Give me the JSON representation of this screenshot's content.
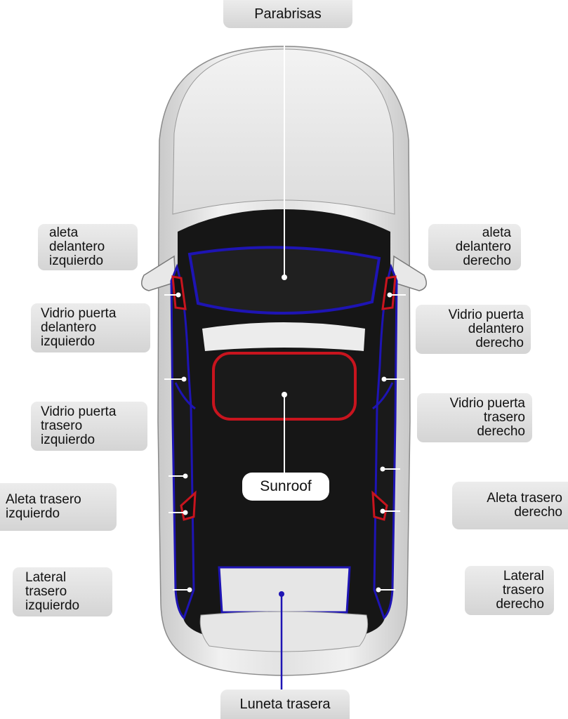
{
  "labels": {
    "parabrisas": "Parabrisas",
    "aleta_delantero_izquierdo": [
      "aleta",
      "delantero",
      "izquierdo"
    ],
    "aleta_delantero_derecho": [
      "aleta",
      "delantero",
      "derecho"
    ],
    "vidrio_puerta_delantero_izquierdo": [
      "Vidrio puerta",
      "delantero",
      "izquierdo"
    ],
    "vidrio_puerta_delantero_derecho": [
      "Vidrio puerta",
      "delantero",
      "derecho"
    ],
    "vidrio_puerta_trasero_izquierdo": [
      "Vidrio puerta",
      "trasero",
      "izquierdo"
    ],
    "vidrio_puerta_trasero_derecho": [
      "Vidrio puerta",
      "trasero",
      "derecho"
    ],
    "aleta_trasero_izquierdo": [
      "Aleta trasero",
      "izquierdo"
    ],
    "aleta_trasero_derecho": [
      "Aleta trasero",
      "derecho"
    ],
    "lateral_trasero_izquierdo": [
      "Lateral",
      "trasero",
      "izquierdo"
    ],
    "lateral_trasero_derecho": [
      "Lateral",
      "trasero",
      "derecho"
    ],
    "sunroof": "Sunroof",
    "luneta_trasera": "Luneta trasera"
  },
  "colors": {
    "glass_outline": "#1e14b4",
    "sunroof_outline": "#c8141e",
    "body": "#e6e6e6",
    "glass": "#161616"
  }
}
